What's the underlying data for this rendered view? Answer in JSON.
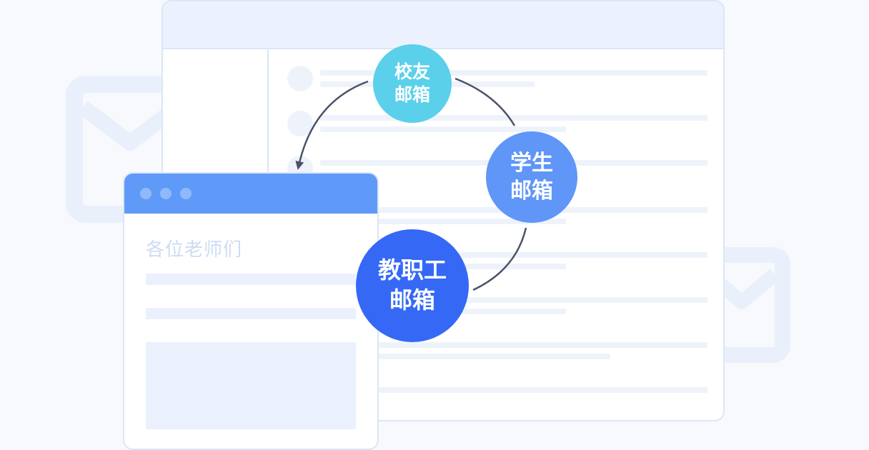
{
  "circles": {
    "alumni": [
      "校友",
      "邮箱"
    ],
    "student": [
      "学生",
      "邮箱"
    ],
    "staff": [
      "教职工",
      "邮箱"
    ]
  },
  "message": {
    "greeting": "各位老师们"
  },
  "colors": {
    "alumni": "#5bd0eb",
    "student": "#5f96f7",
    "staff": "#3569f5",
    "window_header": "#5f9af9",
    "arrow": "#4a5468"
  },
  "icons": [
    "envelope-icon",
    "envelope-icon",
    "arrow-icon"
  ]
}
